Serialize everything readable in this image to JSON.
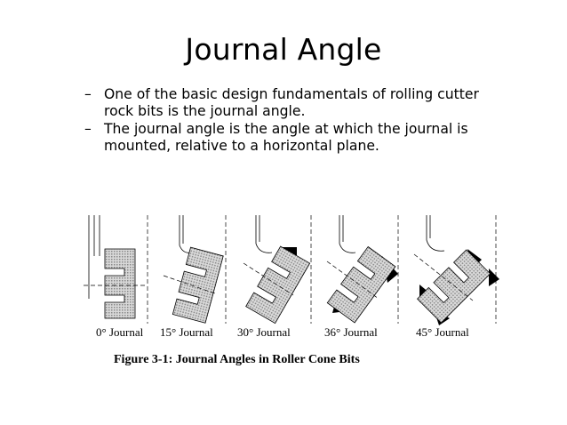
{
  "title": "Journal Angle",
  "bullets": [
    {
      "marker": "–",
      "text": "One of the basic design fundamentals of rolling cutter rock bits is the journal angle."
    },
    {
      "marker": "–",
      "text": "The journal angle is the angle at which the journal is mounted, relative to a horizontal plane."
    }
  ],
  "figure": {
    "panels": [
      {
        "angle": "0°",
        "label": "Journal"
      },
      {
        "angle": "15°",
        "label": "Journal"
      },
      {
        "angle": "30°",
        "label": "Journal"
      },
      {
        "angle": "36°",
        "label": "Journal"
      },
      {
        "angle": "45°",
        "label": "Journal"
      }
    ],
    "caption": "Figure 3-1: Journal Angles in Roller Cone Bits"
  },
  "colors": {
    "text": "#000000",
    "background": "#ffffff",
    "cone_fill": "#bdbdbd"
  }
}
